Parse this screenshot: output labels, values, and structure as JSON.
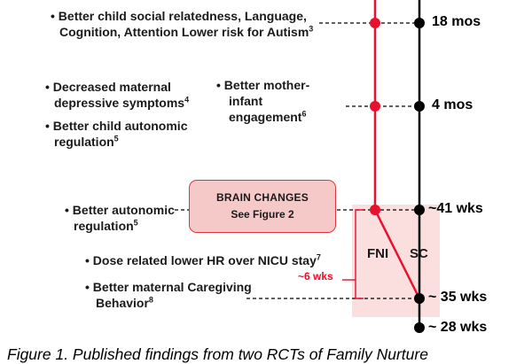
{
  "findings": {
    "social": {
      "line1": "• Better child social relatedness, Language,",
      "line2_main": "Cognition, Attention  Lower risk for Autism",
      "line2_ref": "3"
    },
    "maternal_depressive": {
      "line1": "• Decreased maternal",
      "line2_main": "depressive symptoms",
      "line2_ref": "4"
    },
    "mother_infant": {
      "line1": "• Better mother-",
      "line2": "infant",
      "line3_main": "engagement",
      "line3_ref": "6"
    },
    "child_autonomic": {
      "line1": "• Better child autonomic",
      "line2_main": "regulation",
      "line2_ref": "5"
    },
    "autonomic": {
      "line1": "• Better autonomic",
      "line2_main": "regulation",
      "line2_ref": "5"
    },
    "hr_nicu": {
      "line1_main": "• Dose related lower HR over NICU stay",
      "line1_ref": "7"
    },
    "caregiving": {
      "line1": "• Better maternal Caregiving",
      "line2_main": "Behavior",
      "line2_ref": "8"
    }
  },
  "brain_box": {
    "title": "BRAIN CHANGES",
    "subtitle": "See Figure 2"
  },
  "timeline": {
    "ticks": [
      "18 mos",
      "4 mos",
      "~41 wks",
      "~ 35 wks",
      "~ 28 wks"
    ],
    "fni_label": "FNI",
    "sc_label": "SC",
    "interval_label": "~6 wks"
  },
  "caption": "Figure 1.  Published findings from two RCTs of Family Nurture",
  "colors": {
    "fni_line": "#e8112d",
    "sc_line": "#000000",
    "brain_box_fill": "#f6c9c9",
    "brain_box_border": "#e0353f",
    "shade_fill": "#fbdede",
    "interval_text": "#e8112d"
  }
}
